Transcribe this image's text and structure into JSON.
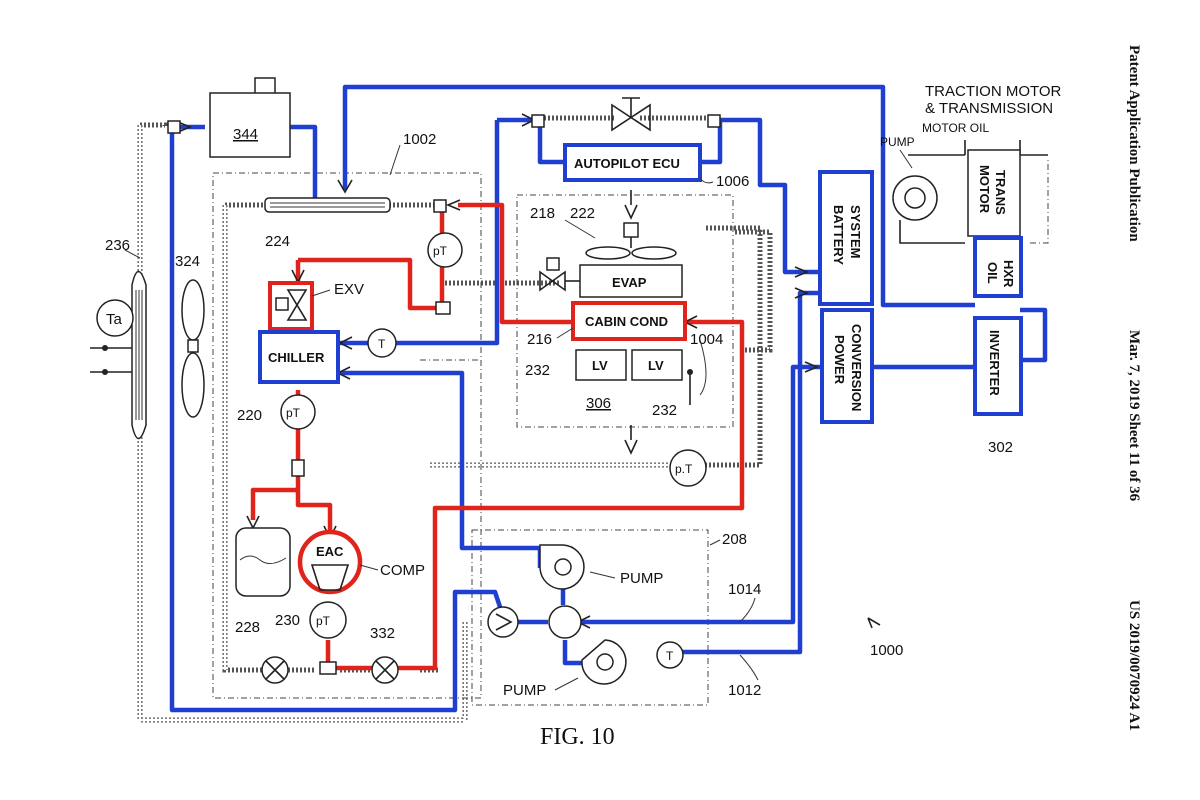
{
  "header": {
    "publication": "Patent Application Publication",
    "date_sheet": "Mar. 7, 2019  Sheet 11 of 36",
    "number": "US 2019/0070924 A1"
  },
  "figure": {
    "caption": "FIG. 10",
    "ref_system": "1000"
  },
  "components": {
    "autopilot_ecu": "AUTOPILOT ECU",
    "evap": "EVAP",
    "cabin_cond": "CABIN COND",
    "lv": "LV",
    "chiller": "CHILLER",
    "eac": "EAC",
    "comp": "COMP",
    "exv": "EXV",
    "battery_line1": "BATTERY",
    "battery_line2": "SYSTEM",
    "power_line1": "POWER",
    "power_line2": "CONVERSION",
    "traction_line1": "TRACTION MOTOR",
    "traction_line2": "& TRANSMISSION",
    "motor_oil": "MOTOR OIL",
    "pump_small": "PUMP",
    "motor_line1": "MOTOR",
    "motor_line2": "TRANS",
    "oil_line1": "OIL",
    "oil_line2": "HXR",
    "inverter": "INVERTER",
    "pump_upper": "PUMP",
    "pump_lower": "PUMP",
    "sensor_pt": "pT",
    "sensor_pt_dot": "p.T",
    "sensor_t": "T",
    "sensor_ta": "Ta"
  },
  "refs": {
    "r1002": "1002",
    "r1006": "1006",
    "r344": "344",
    "r224": "224",
    "r236": "236",
    "r324": "324",
    "r218": "218",
    "r222": "222",
    "r216": "216",
    "r1004": "1004",
    "r232a": "232",
    "r232b": "232",
    "r306": "306",
    "r220": "220",
    "r228": "228",
    "r230": "230",
    "r332": "332",
    "r208": "208",
    "r1014": "1014",
    "r1012": "1012",
    "r302": "302"
  },
  "colors": {
    "coolant_loop": "#1f3fd1",
    "refrigerant_loop": "#e0231b",
    "line_art": "#222222"
  }
}
